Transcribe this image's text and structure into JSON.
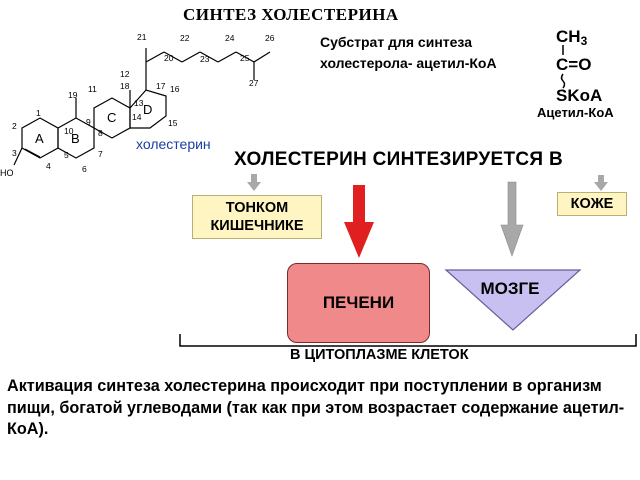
{
  "title": "СИНТЕЗ ХОЛЕСТЕРИНА",
  "substrate": {
    "line1": "Субстрат для синтеза",
    "line2": "холестерола- ацетил-КоА"
  },
  "acetyl_coa": {
    "ch3": "CH",
    "ch3_sub": "3",
    "co": "C=O",
    "skoa": "SKoA",
    "label": "Ацетил-КоА"
  },
  "cholesterol": {
    "label": "холестерин",
    "ring_letters": [
      "A",
      "B",
      "C",
      "D"
    ],
    "ho": "HO",
    "atom_numbers": [
      "1",
      "2",
      "3",
      "4",
      "5",
      "6",
      "7",
      "8",
      "9",
      "10",
      "11",
      "12",
      "13",
      "14",
      "15",
      "16",
      "17",
      "18",
      "19",
      "20",
      "21",
      "22",
      "23",
      "24",
      "25",
      "26",
      "27"
    ]
  },
  "headline": "ХОЛЕСТЕРИН СИНТЕЗИРУЕТСЯ В",
  "boxes": {
    "intestine_line1": "ТОНКОМ",
    "intestine_line2": "КИШЕЧНИКЕ",
    "skin": "КОЖЕ",
    "liver": "ПЕЧЕНИ",
    "brain": "МОЗГЕ"
  },
  "cytoplasm": "В ЦИТОПЛАЗМЕ КЛЕТОК",
  "activation": "Активация синтеза холестерина происходит при поступлении в организм пищи, богатой углеводами (так как при этом возрастает содержание ацетил-КоА).",
  "colors": {
    "yellow_box": "#fff5c2",
    "liver": "#f08a8a",
    "brain_triangle": "#c8c0f0",
    "red_arrow": "#e02020",
    "gray_arrow": "#a8a8a8",
    "label_blue": "#1a3fa0"
  }
}
